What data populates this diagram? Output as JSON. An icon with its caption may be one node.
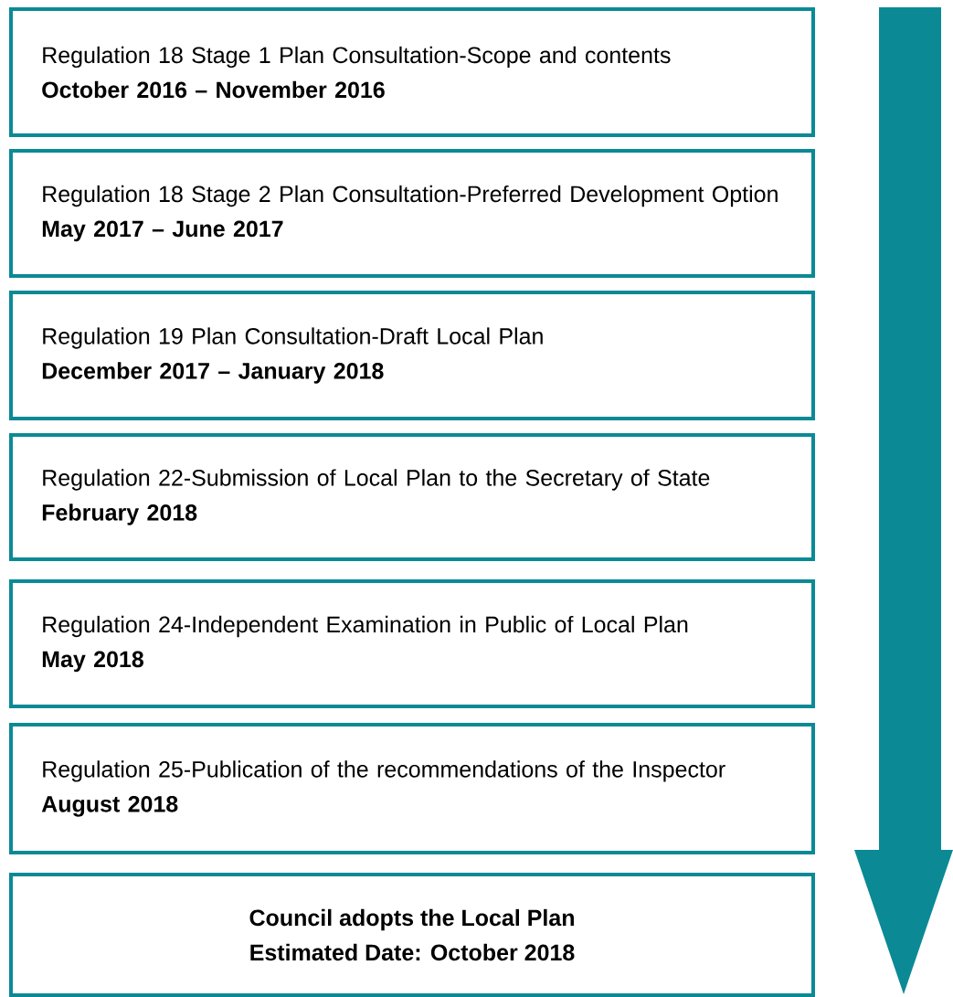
{
  "diagram": {
    "nodes": [
      {
        "text": [
          "Regulation 18 Stage 1 Plan Consultation-Scope and contents",
          "October 2016 – November 2016"
        ]
      },
      {
        "text": [
          "Regulation 18 Stage 2 Plan Consultation-Preferred Development Option",
          "May 2017 – June 2017"
        ]
      },
      {
        "text": [
          "Regulation 19 Plan Consultation-Draft Local Plan",
          "December 2017 – January 2018"
        ]
      },
      {
        "text": [
          "Regulation 22-Submission of Local Plan to the Secretary of State",
          "February 2018"
        ]
      },
      {
        "text": [
          "Regulation 24-Independent Examination in Public of Local Plan",
          "May 2018"
        ]
      },
      {
        "text": [
          "Regulation 25-Publication of the recommendations of the Inspector",
          "August 2018"
        ]
      },
      {
        "text": [
          "Council adopts the Local Plan",
          "Estimated Date: October 2018"
        ]
      }
    ]
  }
}
